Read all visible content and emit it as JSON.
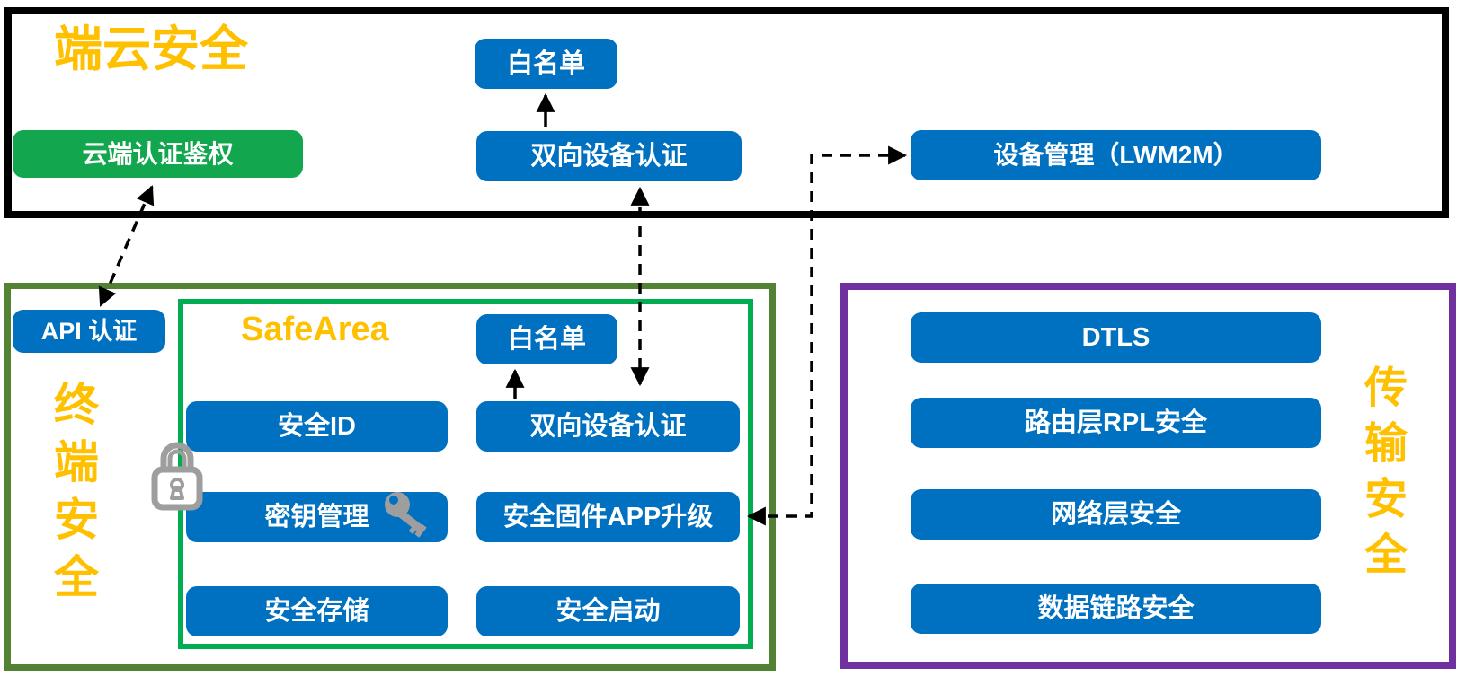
{
  "colors": {
    "node_blue": "#0071C1",
    "node_green": "#12A74F",
    "title_yellow": "#FFC000",
    "border_black": "#000000",
    "border_olive": "#548235",
    "border_bright_green": "#00AD50",
    "border_purple": "#7030A0",
    "icon_gray": "#9E9E9E"
  },
  "cloud_section": {
    "title": "端云安全",
    "whitelist": "白名单",
    "cloud_auth": "云端认证鉴权",
    "mutual_device_auth": "双向设备认证",
    "device_mgmt": "设备管理（LWM2M）"
  },
  "terminal_section": {
    "title_vertical": "终端安全",
    "api_auth": "API 认证",
    "safearea": {
      "title": "SafeArea",
      "whitelist": "白名单",
      "secure_id": "安全ID",
      "mutual_device_auth": "双向设备认证",
      "key_management": "密钥管理",
      "secure_firmware_upgrade": "安全固件APP升级",
      "secure_storage": "安全存储",
      "secure_boot": "安全启动"
    },
    "icons": {
      "lock": "lock-icon",
      "key": "key-icon"
    }
  },
  "transport_section": {
    "title_vertical": "传输安全",
    "items": [
      "DTLS",
      "路由层RPL安全",
      "网络层安全",
      "数据链路安全"
    ]
  }
}
